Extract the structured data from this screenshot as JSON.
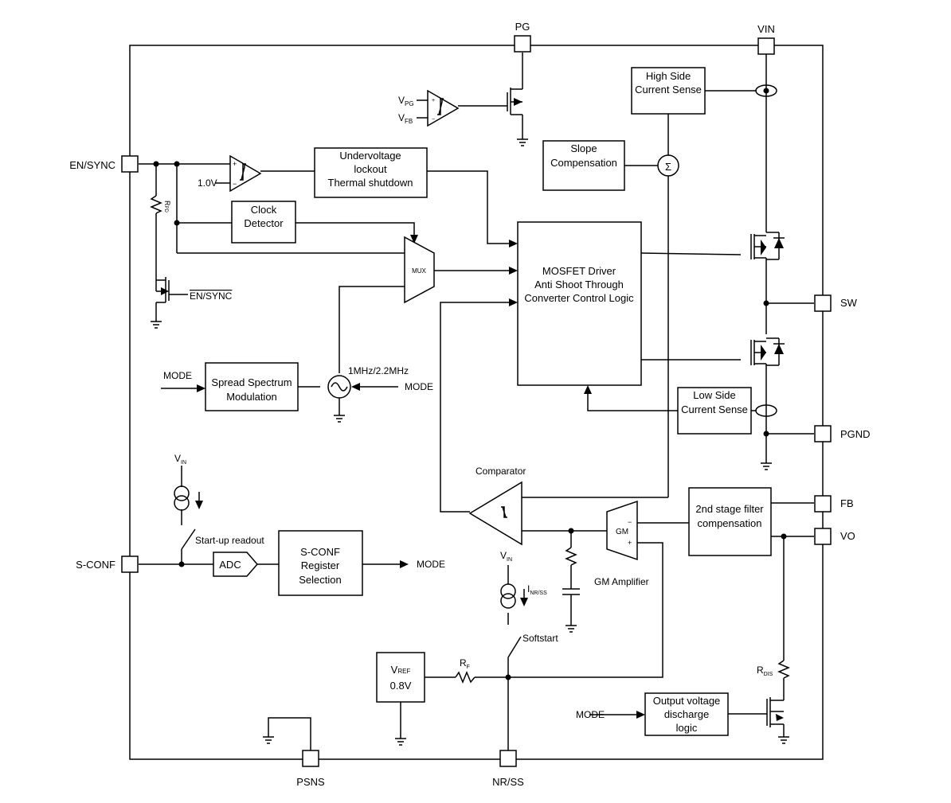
{
  "pins": {
    "pg": "PG",
    "vin": "VIN",
    "en_sync": "EN/SYNC",
    "sw": "SW",
    "pgnd": "PGND",
    "fb": "FB",
    "vo": "VO",
    "s_conf": "S-CONF",
    "psns": "PSNS",
    "nr_ss": "NR/SS"
  },
  "blocks": {
    "uvlo": [
      "Undervoltage",
      "lockout",
      "Thermal shutdown"
    ],
    "clock_detector": [
      "Clock",
      "Detector"
    ],
    "mux": "MUX",
    "driver": [
      "MOSFET Driver",
      "Anti Shoot Through",
      "Converter Control Logic"
    ],
    "high_side_sense": [
      "High Side",
      "Current Sense"
    ],
    "slope_comp": [
      "Slope",
      "Compensation"
    ],
    "low_side_sense": [
      "Low Side",
      "Current Sense"
    ],
    "spread_spectrum": [
      "Spread Spectrum",
      "Modulation"
    ],
    "filter": [
      "2nd stage filter",
      "compensation"
    ],
    "adc": "ADC",
    "sconf_register": [
      "S-CONF",
      "Register",
      "Selection"
    ],
    "vref": [
      "V",
      "REF",
      "0.8V"
    ],
    "discharge": [
      "Output voltage",
      "discharge",
      "logic"
    ],
    "gm": "GM"
  },
  "labels": {
    "vpg": [
      "V",
      "PG"
    ],
    "vfb": [
      "V",
      "FB"
    ],
    "threshold": "1.0V",
    "rpd": [
      "R",
      "PD"
    ],
    "en_sync_bar": "EN/SYNC",
    "mode": "MODE",
    "freq": "1MHz/2.2MHz",
    "vin_sub": [
      "V",
      "IN"
    ],
    "startup_readout": "Start-up readout",
    "comparator": "Comparator",
    "gm_amplifier": "GM Amplifier",
    "inr_ss": [
      "I",
      "NR/SS"
    ],
    "softstart": "Softstart",
    "rf": [
      "R",
      "F"
    ],
    "rdis": [
      "R",
      "DIS"
    ],
    "sigma": "Σ",
    "plus": "+",
    "minus": "−"
  }
}
